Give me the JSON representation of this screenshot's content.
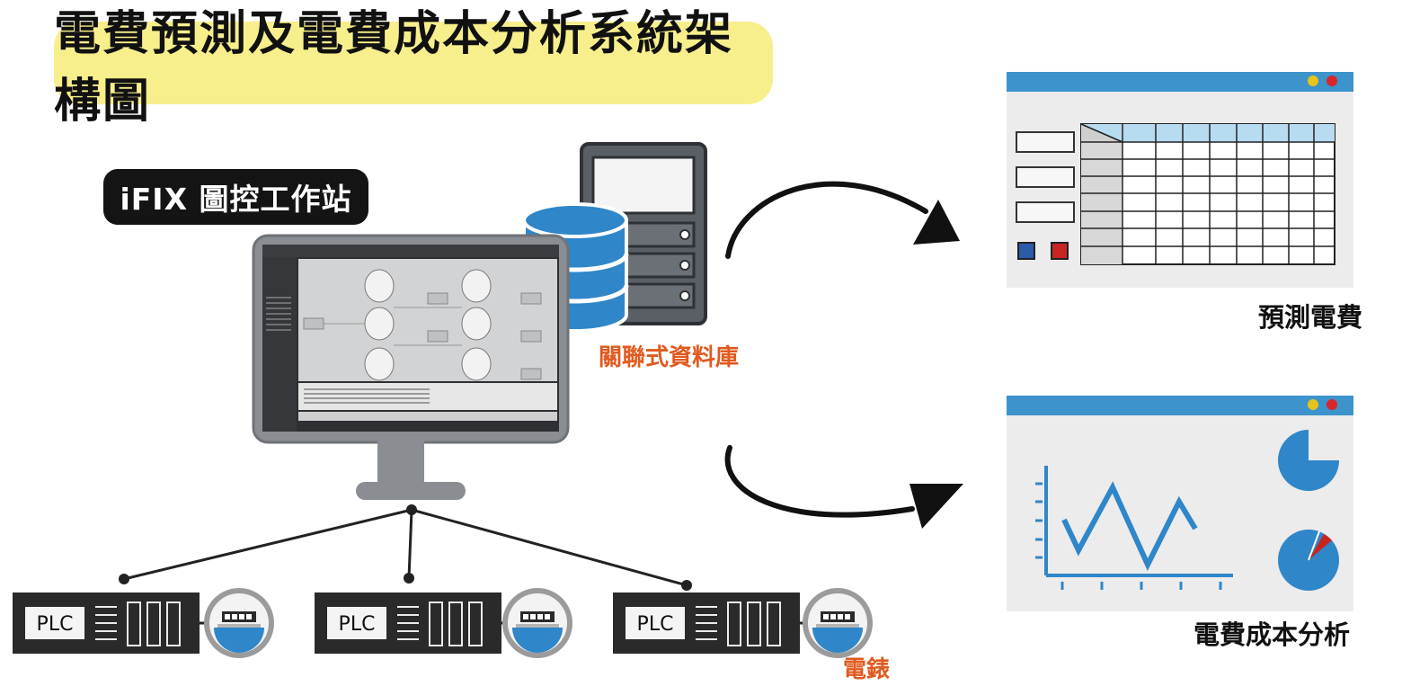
{
  "diagram": {
    "title": "電費預測及電費成本分析系統架構圖",
    "workstation_label": "iFIX 圖控工作站",
    "database_label": "關聯式資料庫",
    "plc_label": "PLC",
    "meter_label": "電錶",
    "forecast_label": "預測電費",
    "cost_analysis_label": "電費成本分析"
  },
  "colors": {
    "title_bg": "#f7ef8c",
    "accent_blue": "#2f86c8",
    "window_bar": "#3d93cc",
    "red_label": "#e05a1f",
    "dot_yellow": "#e6c419",
    "dot_red": "#d9262a"
  },
  "icons": [
    "monitor-icon",
    "database-icon",
    "server-icon",
    "plc-icon",
    "meter-icon",
    "arrow-icon",
    "spreadsheet-icon",
    "chart-icon"
  ]
}
